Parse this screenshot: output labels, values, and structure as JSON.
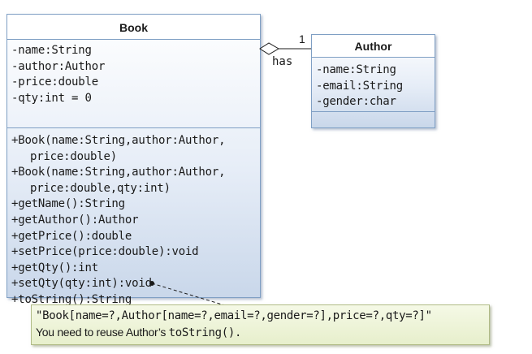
{
  "book_class": {
    "name": "Book",
    "attributes": [
      "-name:String",
      "-author:Author",
      "-price:double",
      "-qty:int = 0"
    ],
    "methods": [
      {
        "text": "+Book(name:String,author:Author,",
        "indent": false
      },
      {
        "text": "price:double)",
        "indent": true
      },
      {
        "text": "+Book(name:String,author:Author,",
        "indent": false
      },
      {
        "text": "price:double,qty:int)",
        "indent": true
      },
      {
        "text": "+getName():String",
        "indent": false
      },
      {
        "text": "+getAuthor():Author",
        "indent": false
      },
      {
        "text": "+getPrice():double",
        "indent": false
      },
      {
        "text": "+setPrice(price:double):void",
        "indent": false
      },
      {
        "text": "+getQty():int",
        "indent": false
      },
      {
        "text": "+setQty(qty:int):void",
        "indent": false
      },
      {
        "text": "+toString():String",
        "indent": false
      }
    ]
  },
  "author_class": {
    "name": "Author",
    "attributes": [
      "-name:String",
      "-email:String",
      "-gender:char"
    ],
    "methods": []
  },
  "association": {
    "label": "has",
    "multiplicity": "1",
    "type": "aggregation"
  },
  "note": {
    "line1": "\"Book[name=?,Author[name=?,email=?,gender=?],price=?,qty=?]\"",
    "line2_prefix": "You need to reuse Author’s ",
    "line2_code": "toString().",
    "line2_suffix": ""
  },
  "colors": {
    "class_border": "#7f9fc4",
    "class_fill_bottom": "#c9d7ea",
    "note_fill": "#e7efcc",
    "note_border": "#b0bb86"
  }
}
